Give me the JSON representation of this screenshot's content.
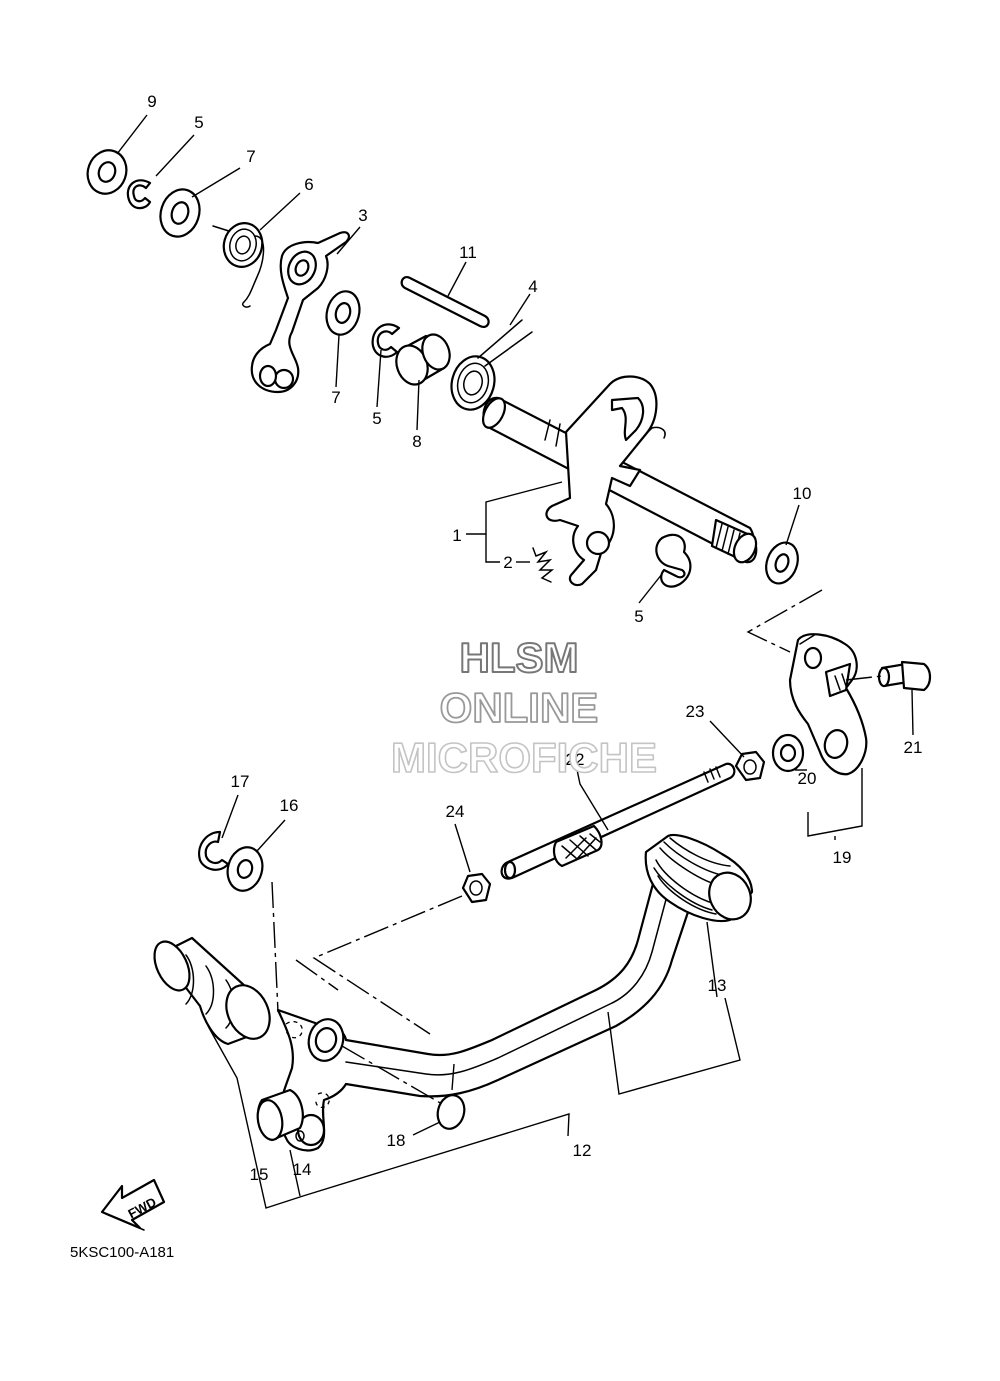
{
  "watermark": {
    "line1": "HLSM",
    "line2": "ONLINE",
    "line3": "MICROFICHE"
  },
  "diagram_code": "5KSC100-A181",
  "fwd_label": "FWD",
  "callouts": [
    {
      "id": "c9",
      "label": "9"
    },
    {
      "id": "c5a",
      "label": "5"
    },
    {
      "id": "c7a",
      "label": "7"
    },
    {
      "id": "c6",
      "label": "6"
    },
    {
      "id": "c3",
      "label": "3"
    },
    {
      "id": "c11",
      "label": "11"
    },
    {
      "id": "c4",
      "label": "4"
    },
    {
      "id": "c7b",
      "label": "7"
    },
    {
      "id": "c5b",
      "label": "5"
    },
    {
      "id": "c8",
      "label": "8"
    },
    {
      "id": "c1",
      "label": "1"
    },
    {
      "id": "c2",
      "label": "2"
    },
    {
      "id": "c5c",
      "label": "5"
    },
    {
      "id": "c10",
      "label": "10"
    },
    {
      "id": "c21",
      "label": "21"
    },
    {
      "id": "c23",
      "label": "23"
    },
    {
      "id": "c22",
      "label": "22"
    },
    {
      "id": "c20",
      "label": "20"
    },
    {
      "id": "c19",
      "label": "19"
    },
    {
      "id": "c17",
      "label": "17"
    },
    {
      "id": "c16",
      "label": "16"
    },
    {
      "id": "c24",
      "label": "24"
    },
    {
      "id": "c13",
      "label": "13"
    },
    {
      "id": "c18",
      "label": "18"
    },
    {
      "id": "c12",
      "label": "12"
    },
    {
      "id": "c15",
      "label": "15"
    },
    {
      "id": "c14",
      "label": "14"
    }
  ]
}
